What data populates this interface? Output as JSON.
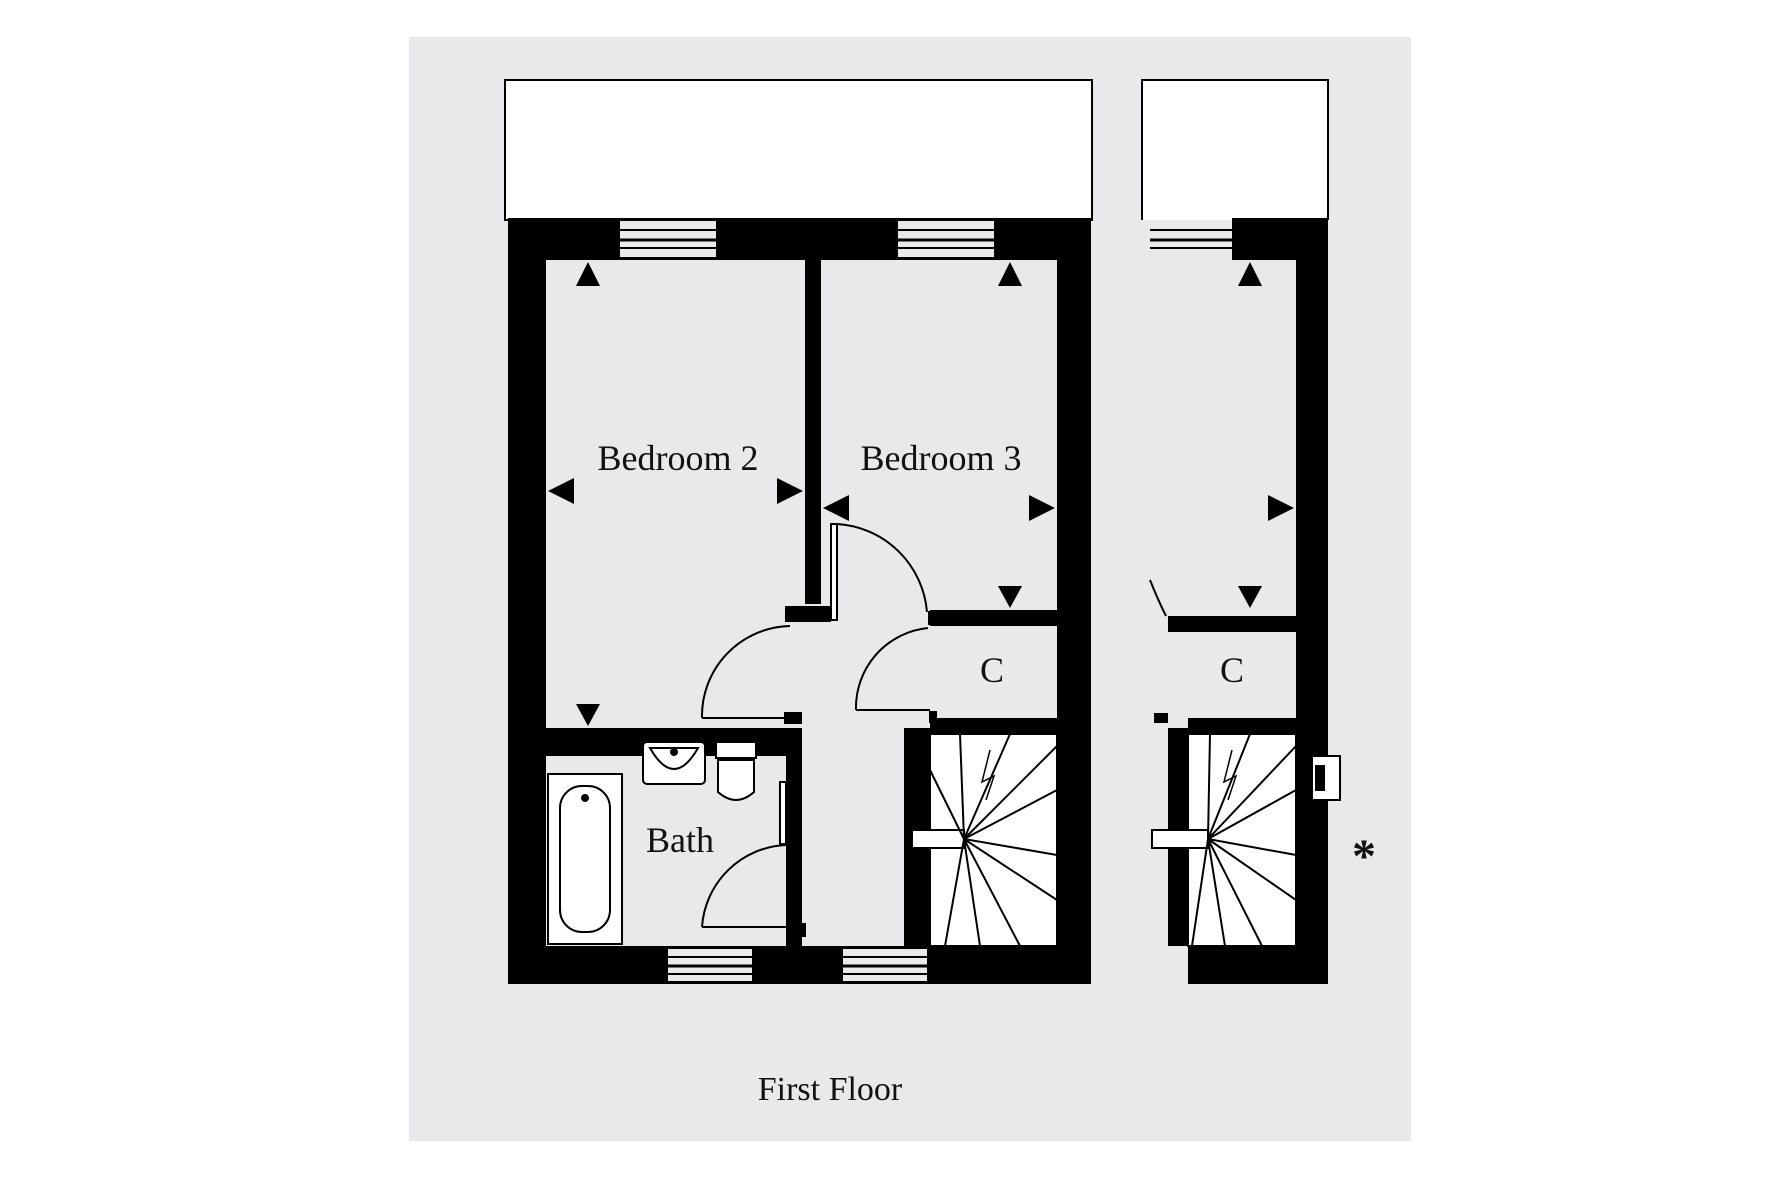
{
  "plan": {
    "title": "First Floor",
    "rooms": {
      "bedroom_2": "Bedroom 2",
      "bedroom_3": "Bedroom 3",
      "bath": "Bath",
      "cupboard_main": "C",
      "cupboard_side": "C"
    },
    "marker": "*"
  },
  "colors": {
    "background": "#ffffff",
    "panel": "#e9e9ec",
    "wall": "#000000",
    "line": "#000000"
  }
}
